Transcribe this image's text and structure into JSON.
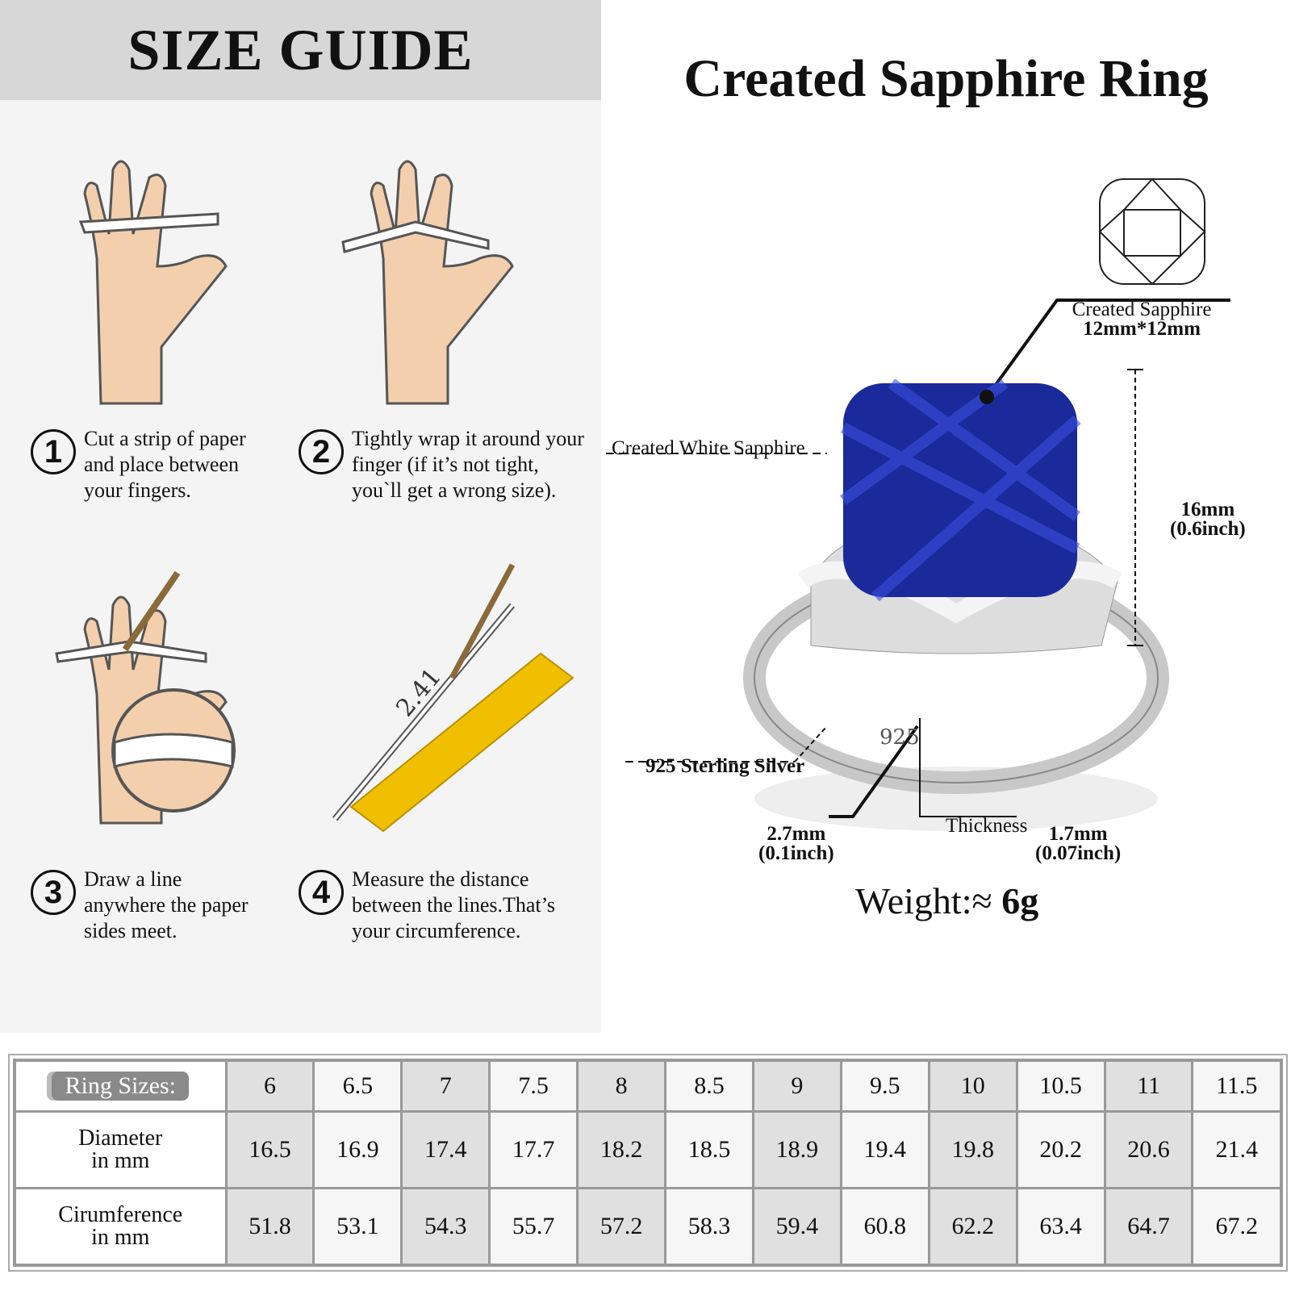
{
  "size_guide": {
    "title": "SIZE GUIDE",
    "steps": [
      {
        "num": "1",
        "text": "Cut a strip of paper and place between your fingers."
      },
      {
        "num": "2",
        "text": "Tightly wrap it around your finger (if it’s not tight, you`ll get a wrong size)."
      },
      {
        "num": "3",
        "text": "Draw a line anywhere the paper sides meet."
      },
      {
        "num": "4",
        "text": "Measure the distance between the lines.That’s your circumference."
      }
    ],
    "ruler_mark": "2.41"
  },
  "product": {
    "title": "Created Sapphire Ring",
    "stone_label": "Created Sapphire",
    "stone_size": "12mm*12mm",
    "white_label": "Created White Sapphire",
    "height_mm": "16mm",
    "height_in": "(0.6inch)",
    "silver_label": "925 Sterling Silver",
    "stamp": "925",
    "width_mm": "2.7mm",
    "width_in": "(0.1inch)",
    "thickness_label": "Thickness",
    "thick_mm": "1.7mm",
    "thick_in": "(0.07inch)",
    "weight_label": "Weight:≈",
    "weight_value": "6g"
  },
  "table": {
    "rows": [
      {
        "label": "Ring Sizes:",
        "values": [
          "6",
          "6.5",
          "7",
          "7.5",
          "8",
          "8.5",
          "9",
          "9.5",
          "10",
          "10.5",
          "11",
          "11.5"
        ]
      },
      {
        "label": "Diameter\nin mm",
        "values": [
          "16.5",
          "16.9",
          "17.4",
          "17.7",
          "18.2",
          "18.5",
          "18.9",
          "19.4",
          "19.8",
          "20.2",
          "20.6",
          "21.4"
        ]
      },
      {
        "label": "Cirumference\nin mm",
        "values": [
          "51.8",
          "53.1",
          "54.3",
          "55.7",
          "57.2",
          "58.3",
          "59.4",
          "60.8",
          "62.2",
          "63.4",
          "64.7",
          "67.2"
        ]
      }
    ]
  }
}
